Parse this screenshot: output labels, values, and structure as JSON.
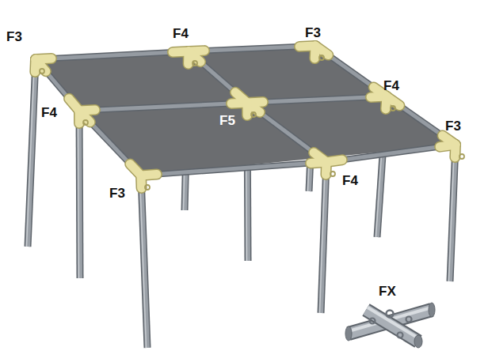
{
  "diagram": {
    "labels": [
      "F3",
      "F4",
      "F3",
      "F4",
      "F5",
      "F4",
      "F3",
      "F3",
      "F4",
      "FX"
    ]
  }
}
